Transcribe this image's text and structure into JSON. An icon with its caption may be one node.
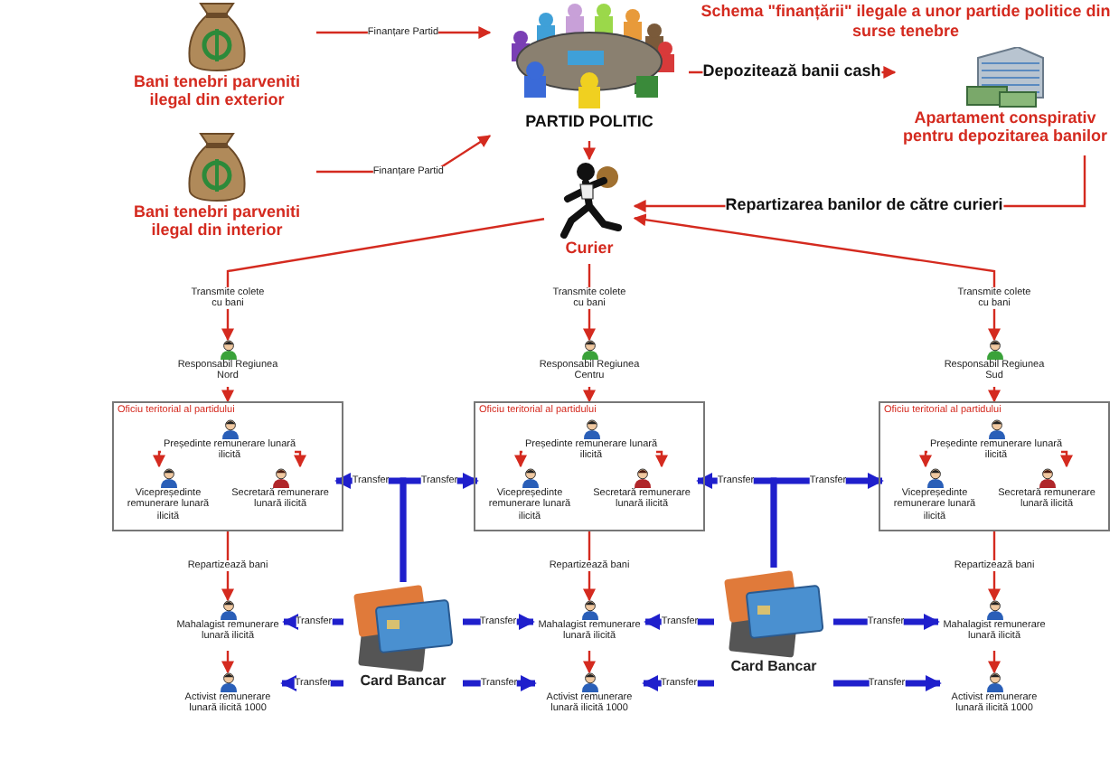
{
  "diagram": {
    "title": "Schema \"finanțării\" ilegale a unor partide politice din surse tenebre",
    "nodes": [
      {
        "text": [
          "Bani tenebri parveniti ilegal din exterior"
        ]
      },
      {
        "text": [
          "Bani tenebri parveniti ilegal din interior"
        ]
      },
      {
        "text": [
          "PARTID POLITIC"
        ]
      },
      {
        "text": [
          "Apartament conspirativ pentru depozitarea banilor"
        ]
      },
      {
        "text": [
          "Curier"
        ]
      },
      {
        "text": [
          "Responsabil Regiunea Nord"
        ]
      },
      {
        "text": [
          "Oficiu teritorial al partidului"
        ]
      },
      {
        "text": [
          "Președinte remunerare lunară ilicită"
        ],
        "in": 6
      },
      {
        "text": [
          "Vicepreședinte remunerare lunară ilicită"
        ],
        "in": 6
      },
      {
        "text": [
          "Secretară remunerare lunară ilicită"
        ],
        "in": 6
      },
      {
        "text": [
          "Responsabil Regiunea Centru"
        ]
      },
      {
        "text": [
          "Oficiu teritorial al partidului"
        ]
      },
      {
        "text": [
          "Președinte remunerare lunară ilicită"
        ],
        "in": 11
      },
      {
        "text": [
          "Vicepreședinte remunerare lunară ilicită"
        ],
        "in": 11
      },
      {
        "text": [
          "Secretară remunerare lunară ilicită"
        ],
        "in": 11
      },
      {
        "text": [
          "Responsabil Regiunea Sud"
        ]
      },
      {
        "text": [
          "Oficiu teritorial al partidului"
        ]
      },
      {
        "text": [
          "Președinte remunerare lunară ilicită"
        ],
        "in": 16
      },
      {
        "text": [
          "Vicepreședinte remunerare lunară ilicită"
        ],
        "in": 16
      },
      {
        "text": [
          "Secretară remunerare lunară ilicită"
        ],
        "in": 16
      },
      {
        "text": [
          "Card Bancar"
        ]
      },
      {
        "text": [
          "Card Bancar"
        ]
      },
      {
        "text": [
          "Mahalagist remunerare lunară ilicită"
        ]
      },
      {
        "text": [
          "Activist remunerare lunară ilicită 1000"
        ]
      },
      {
        "text": [
          "Mahalagist remunerare lunară ilicită"
        ]
      },
      {
        "text": [
          "Activist remunerare lunară ilicită 1000"
        ]
      },
      {
        "text": [
          "Mahalagist remunerare lunară ilicită"
        ]
      },
      {
        "text": [
          "Activist remunerare lunară ilicită 1000"
        ]
      }
    ],
    "edges": [
      {
        "from": 0,
        "to": 2,
        "arrow": "to",
        "label": "Finanțare Partid"
      },
      {
        "from": 1,
        "to": 2,
        "arrow": "to",
        "label": "Finanțare Partid"
      },
      {
        "from": 2,
        "to": 3,
        "arrow": "to",
        "label": "Depozitează banii cash"
      },
      {
        "from": 2,
        "to": 4,
        "arrow": "to"
      },
      {
        "from": 3,
        "to": 4,
        "arrow": "to",
        "label": "Repartizarea banilor de către curieri"
      },
      {
        "from": 4,
        "to": 5,
        "arrow": "to",
        "label": "Transmite colete cu bani"
      },
      {
        "from": 4,
        "to": 10,
        "arrow": "to",
        "label": "Transmite colete cu bani"
      },
      {
        "from": 4,
        "to": 15,
        "arrow": "both",
        "label": "Transmite colete cu bani"
      },
      {
        "from": 5,
        "to": 6,
        "arrow": "to"
      },
      {
        "from": 7,
        "to": 8,
        "arrow": "to"
      },
      {
        "from": 7,
        "to": 9,
        "arrow": "to"
      },
      {
        "from": 10,
        "to": 11,
        "arrow": "to"
      },
      {
        "from": 12,
        "to": 13,
        "arrow": "to"
      },
      {
        "from": 12,
        "to": 14,
        "arrow": "to"
      },
      {
        "from": 15,
        "to": 16,
        "arrow": "to"
      },
      {
        "from": 17,
        "to": 18,
        "arrow": "to"
      },
      {
        "from": 17,
        "to": 19,
        "arrow": "to"
      },
      {
        "from": 6,
        "to": 22,
        "arrow": "to",
        "label": "Repartizează bani"
      },
      {
        "from": 22,
        "to": 23,
        "arrow": "to"
      },
      {
        "from": 11,
        "to": 24,
        "arrow": "to",
        "label": "Repartizează bani"
      },
      {
        "from": 24,
        "to": 25,
        "arrow": "to"
      },
      {
        "from": 16,
        "to": 26,
        "arrow": "to",
        "label": "Repartizează bani"
      },
      {
        "from": 26,
        "to": 27,
        "arrow": "to"
      },
      {
        "from": 20,
        "to": 9,
        "arrow": "to",
        "label": "Transfer",
        "style": "thick",
        "color": "#1f1fcc"
      },
      {
        "from": 20,
        "to": 13,
        "arrow": "to",
        "label": "Transfer",
        "style": "thick",
        "color": "#1f1fcc"
      },
      {
        "from": 21,
        "to": 14,
        "arrow": "to",
        "label": "Transfer",
        "style": "thick",
        "color": "#1f1fcc"
      },
      {
        "from": 21,
        "to": 18,
        "arrow": "to",
        "label": "Transfer",
        "style": "thick",
        "color": "#1f1fcc"
      },
      {
        "from": 20,
        "to": 22,
        "arrow": "to",
        "label": "Transfer",
        "style": "thick",
        "color": "#1f1fcc"
      },
      {
        "from": 20,
        "to": 23,
        "arrow": "to",
        "label": "Transfer",
        "style": "thick",
        "color": "#1f1fcc"
      },
      {
        "from": 20,
        "to": 24,
        "arrow": "to",
        "label": "Transfer",
        "style": "thick",
        "color": "#1f1fcc"
      },
      {
        "from": 20,
        "to": 25,
        "arrow": "to",
        "label": "Transfer",
        "style": "thick",
        "color": "#1f1fcc"
      },
      {
        "from": 21,
        "to": 24,
        "arrow": "to",
        "label": "Transfer",
        "style": "thick",
        "color": "#1f1fcc"
      },
      {
        "from": 21,
        "to": 25,
        "arrow": "to",
        "label": "Transfer",
        "style": "thick",
        "color": "#1f1fcc"
      },
      {
        "from": 21,
        "to": 26,
        "arrow": "to",
        "label": "Transfer",
        "style": "thick",
        "color": "#1f1fcc"
      },
      {
        "from": 21,
        "to": 27,
        "arrow": "to",
        "label": "Transfer",
        "style": "thick",
        "color": "#1f1fcc"
      }
    ]
  }
}
